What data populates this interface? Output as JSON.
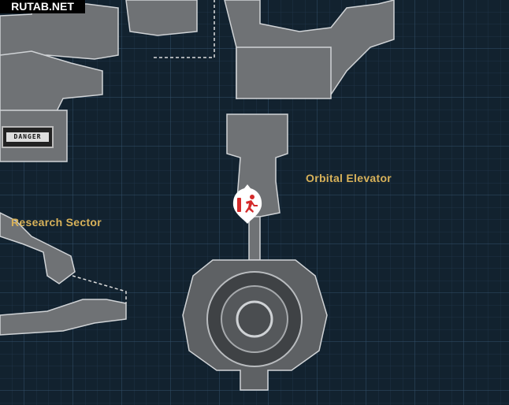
{
  "watermark": "RUTAB.NET",
  "regions": [
    {
      "name": "Orbital Elevator"
    },
    {
      "name": "Research Sector"
    }
  ],
  "danger_sign": "DANGER",
  "marker": {
    "icon": "emergency-exit-icon",
    "color": "#d42a2a"
  },
  "colors": {
    "background": "#12222f",
    "grid": "#2a4356",
    "label": "#d8b25a",
    "structure": "#8a8d90"
  }
}
